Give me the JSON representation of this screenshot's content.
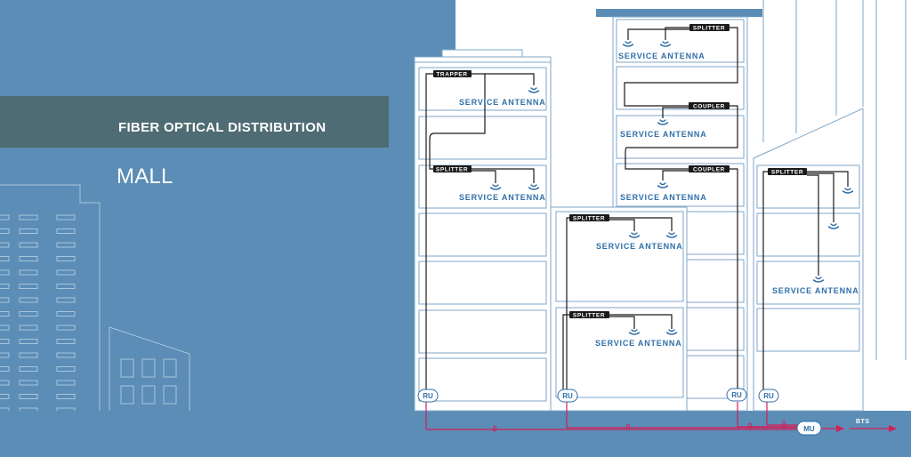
{
  "header": {
    "title": "FIBER OPTICAL DISTRIBUTION",
    "subtitle": "MALL"
  },
  "labels": {
    "service_antenna": "SERVICE ANTENNA",
    "trapper": "TRAPPER",
    "splitter": "SPLITTER",
    "coupler": "COUPLER",
    "ru": "RU",
    "mu": "MU",
    "bts": "BTS"
  },
  "colors": {
    "background": "#5b8db6",
    "banner": "#4f6b73",
    "building": "#ffffff",
    "cable": "#1a1a1a",
    "fiber": "#d21f5a",
    "label_blue": "#2f6fa8"
  }
}
